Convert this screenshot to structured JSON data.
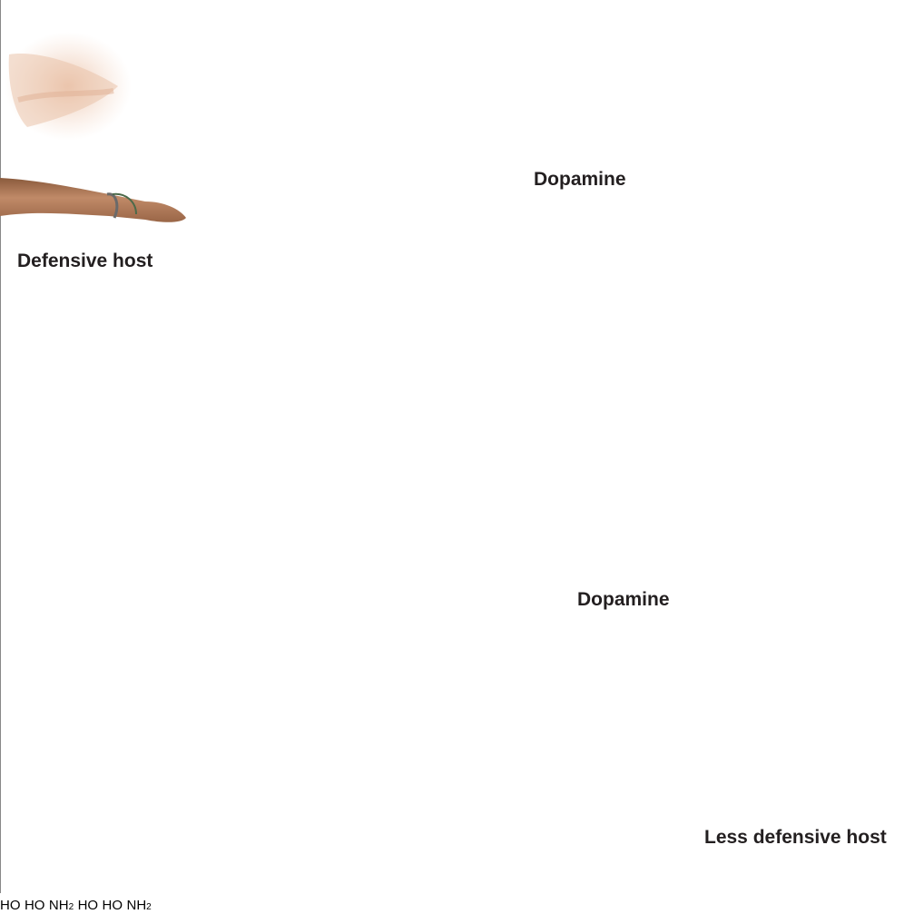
{
  "labels": {
    "defensive_host": "Defensive host",
    "less_defensive_host": "Less defensive host",
    "dopamine_top": "Dopamine",
    "dopamine_bottom": "Dopamine"
  },
  "molecule": {
    "ho": "HO",
    "nh": "NH",
    "nh_sub": "2"
  },
  "colors": {
    "red": "#d2232a",
    "green": "#0a9345",
    "grey": "#6d6e71",
    "skin": "#c98e6e"
  }
}
